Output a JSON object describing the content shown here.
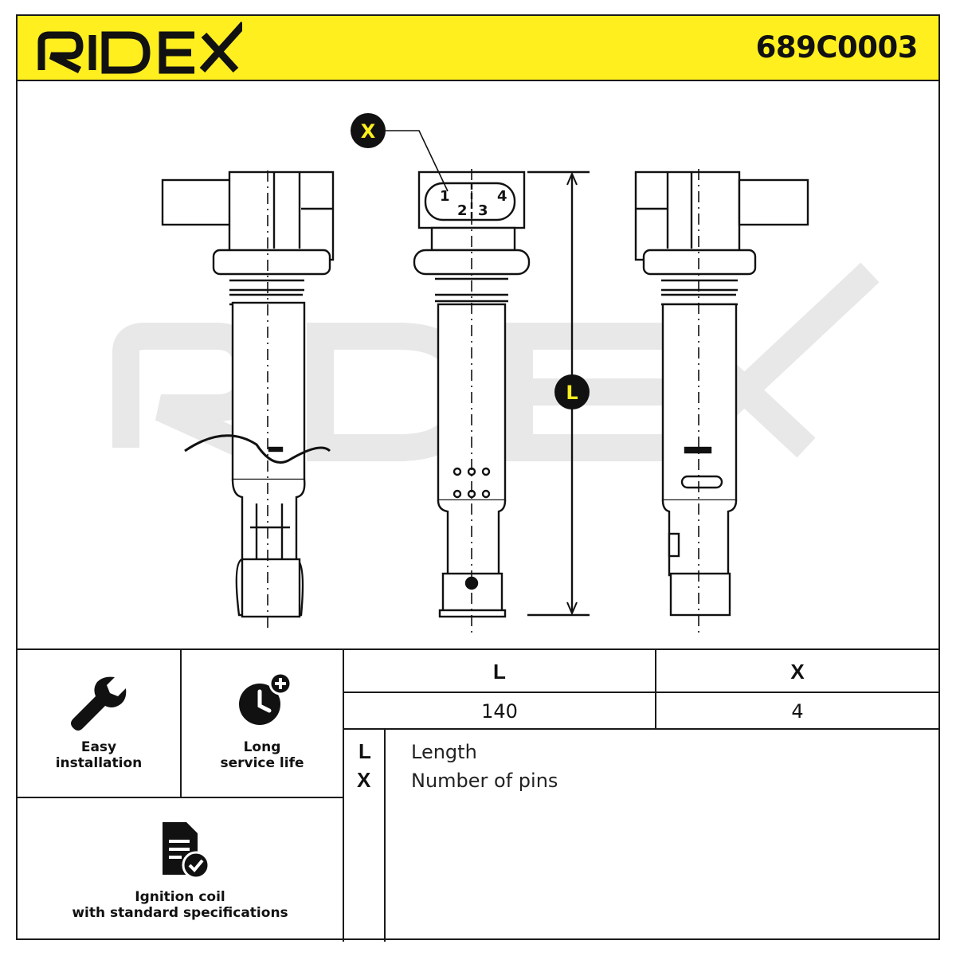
{
  "header": {
    "brand": "RIDEX",
    "part_number": "689C0003",
    "accent_color": "#ffef1e"
  },
  "drawing": {
    "watermark": "RIDEX",
    "callout_x": "X",
    "callout_l": "L",
    "connector_pins": [
      "1",
      "2",
      "3",
      "4"
    ]
  },
  "features": [
    {
      "icon": "wrench-icon",
      "line1": "Easy",
      "line2": "installation"
    },
    {
      "icon": "clock-plus-icon",
      "line1": "Long",
      "line2": "service life"
    },
    {
      "icon": "document-check-icon",
      "line1": "Ignition coil",
      "line2": "with standard specifications"
    }
  ],
  "spec_table": {
    "headers": [
      "L",
      "X"
    ],
    "values": [
      "140",
      "4"
    ]
  },
  "legend": [
    {
      "key": "L",
      "desc": "Length"
    },
    {
      "key": "X",
      "desc": "Number of pins"
    }
  ]
}
